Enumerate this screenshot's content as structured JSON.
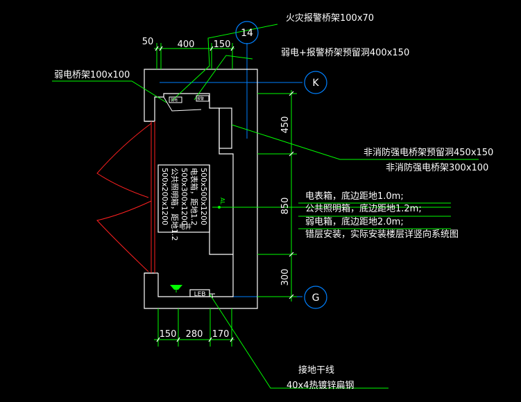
{
  "dimensions_top": [
    "50",
    "400",
    "150"
  ],
  "dimensions_bottom": [
    "150",
    "280",
    "170"
  ],
  "dimensions_right": [
    "450",
    "850",
    "300"
  ],
  "grid_axes": [
    "14",
    "K",
    "G"
  ],
  "callouts": {
    "fire_alarm_tray": "火灾报警桥架100x70",
    "weak_current_reserved_hole": "弱电+报警桥架预留洞400x150",
    "weak_current_tray": "弱电桥架100x100",
    "non_fire_hole": "非消防强电桥架预留洞450x150",
    "non_fire_tray": "非消防强电桥架300x100"
  },
  "box_notes": [
    "电表箱，底边距地1.0m;",
    "公共照明箱，底边距地1.2m;",
    "弱电箱，底边距地2.0m;",
    "错层安装，实际安装楼层详竖向系统图"
  ],
  "grounding": {
    "line1": "接地干线",
    "line2": "40x4热镀锌扁钢"
  },
  "panel_labels": {
    "col1": "500x200x1200",
    "col2": "公共照明箱，距地1.2",
    "col3": "500x300x1200",
    "col4": "电表箱，距地1.2",
    "col5": "500x500x1200",
    "bottom": "电井"
  },
  "green_vertical_label": "AL",
  "inner_small_label": "LEB",
  "colors": {
    "wall": "#ffffff",
    "leader": "#00ff00",
    "dimension": "#00ff00",
    "door": "#ff2020",
    "grid_line": "#0080ff"
  }
}
